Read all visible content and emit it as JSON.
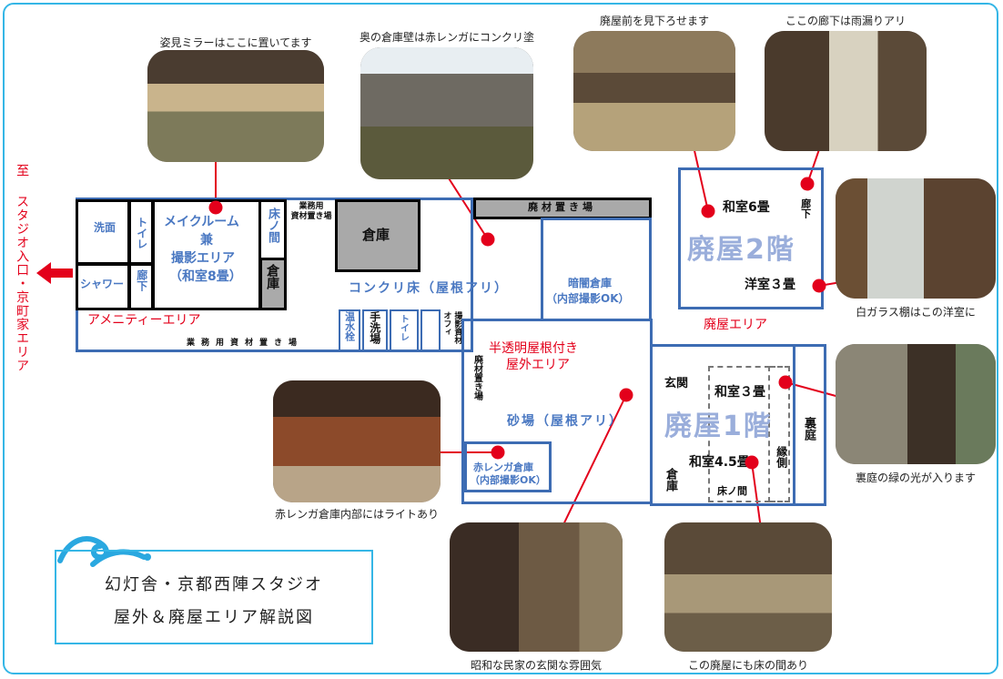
{
  "title": {
    "line1": "幻灯舎・京都西陣スタジオ",
    "line2": "屋外＆廃屋エリア解説図"
  },
  "entrance": {
    "prefix": "至",
    "text": "スタジオ入口・京町家エリア"
  },
  "captions": {
    "mirror": "姿見ミラーはここに置いてます",
    "warehouse_wall": "奥の倉庫壁は赤レンガにコンクリ塗",
    "overlook": "廃屋前を見下ろせます",
    "leak": "ここの廊下は雨漏りアリ",
    "glass_shelf": "白ガラス棚はこの洋室に",
    "backyard": "裏庭の緑の光が入ります",
    "brick_inside": "赤レンガ倉庫内部にはライトあり",
    "entry_mood": "昭和な民家の玄関な雰囲気",
    "tokonoma_photo": "この廃屋にも床の間あり"
  },
  "rooms": {
    "washroom": "洗面",
    "toilet1": "トイレ",
    "shower": "シャワー",
    "hall1": "廊下",
    "makeup_1": "メイクルーム",
    "makeup_2": "兼",
    "makeup_3": "撮影エリア",
    "makeup_4": "（和室8畳）",
    "tokonoma1": "床ノ間",
    "storage_small": "倉庫",
    "biz_material_1": "業務用",
    "biz_material_2": "資材置き場",
    "warehouse": "倉庫",
    "scrap_top": "廃材置き場",
    "concrete_floor": "コンクリ床（屋根アリ）",
    "amenity": "アメニティーエリア",
    "biz_material_long": "業務用資材置き場",
    "water_tap": "温水栓",
    "handwash": "手洗場",
    "toilet2": "トイレ",
    "office_1": "オフィ",
    "office_2": "撮影資材",
    "dark_storage_1": "暗闇倉庫",
    "dark_storage_2": "（内部撮影OK）",
    "translucent_1": "半透明屋根付き",
    "translucent_2": "屋外エリア",
    "scrap_vert": "廃材置き場",
    "sand_area": "砂場（屋根アリ）",
    "brick_storage_1": "赤レンガ倉庫",
    "brick_storage_2": "（内部撮影OK）",
    "wa6": "和室6畳",
    "hall2": "廊下",
    "floor2": "廃屋2階",
    "yo3": "洋室３畳",
    "haioku_area": "廃屋エリア",
    "genkan": "玄関",
    "wa3": "和室３畳",
    "floor1": "廃屋1階",
    "backyard": "裏庭",
    "engawa": "縁側",
    "wa45": "和室4.5畳",
    "storage1f": "倉庫",
    "tokonoma2": "床ノ間"
  },
  "colors": {
    "accent_blue": "#3d6cb3",
    "label_blue": "#4a78c2",
    "marker_red": "#e3001b",
    "frame_cyan": "#35b6e6"
  }
}
